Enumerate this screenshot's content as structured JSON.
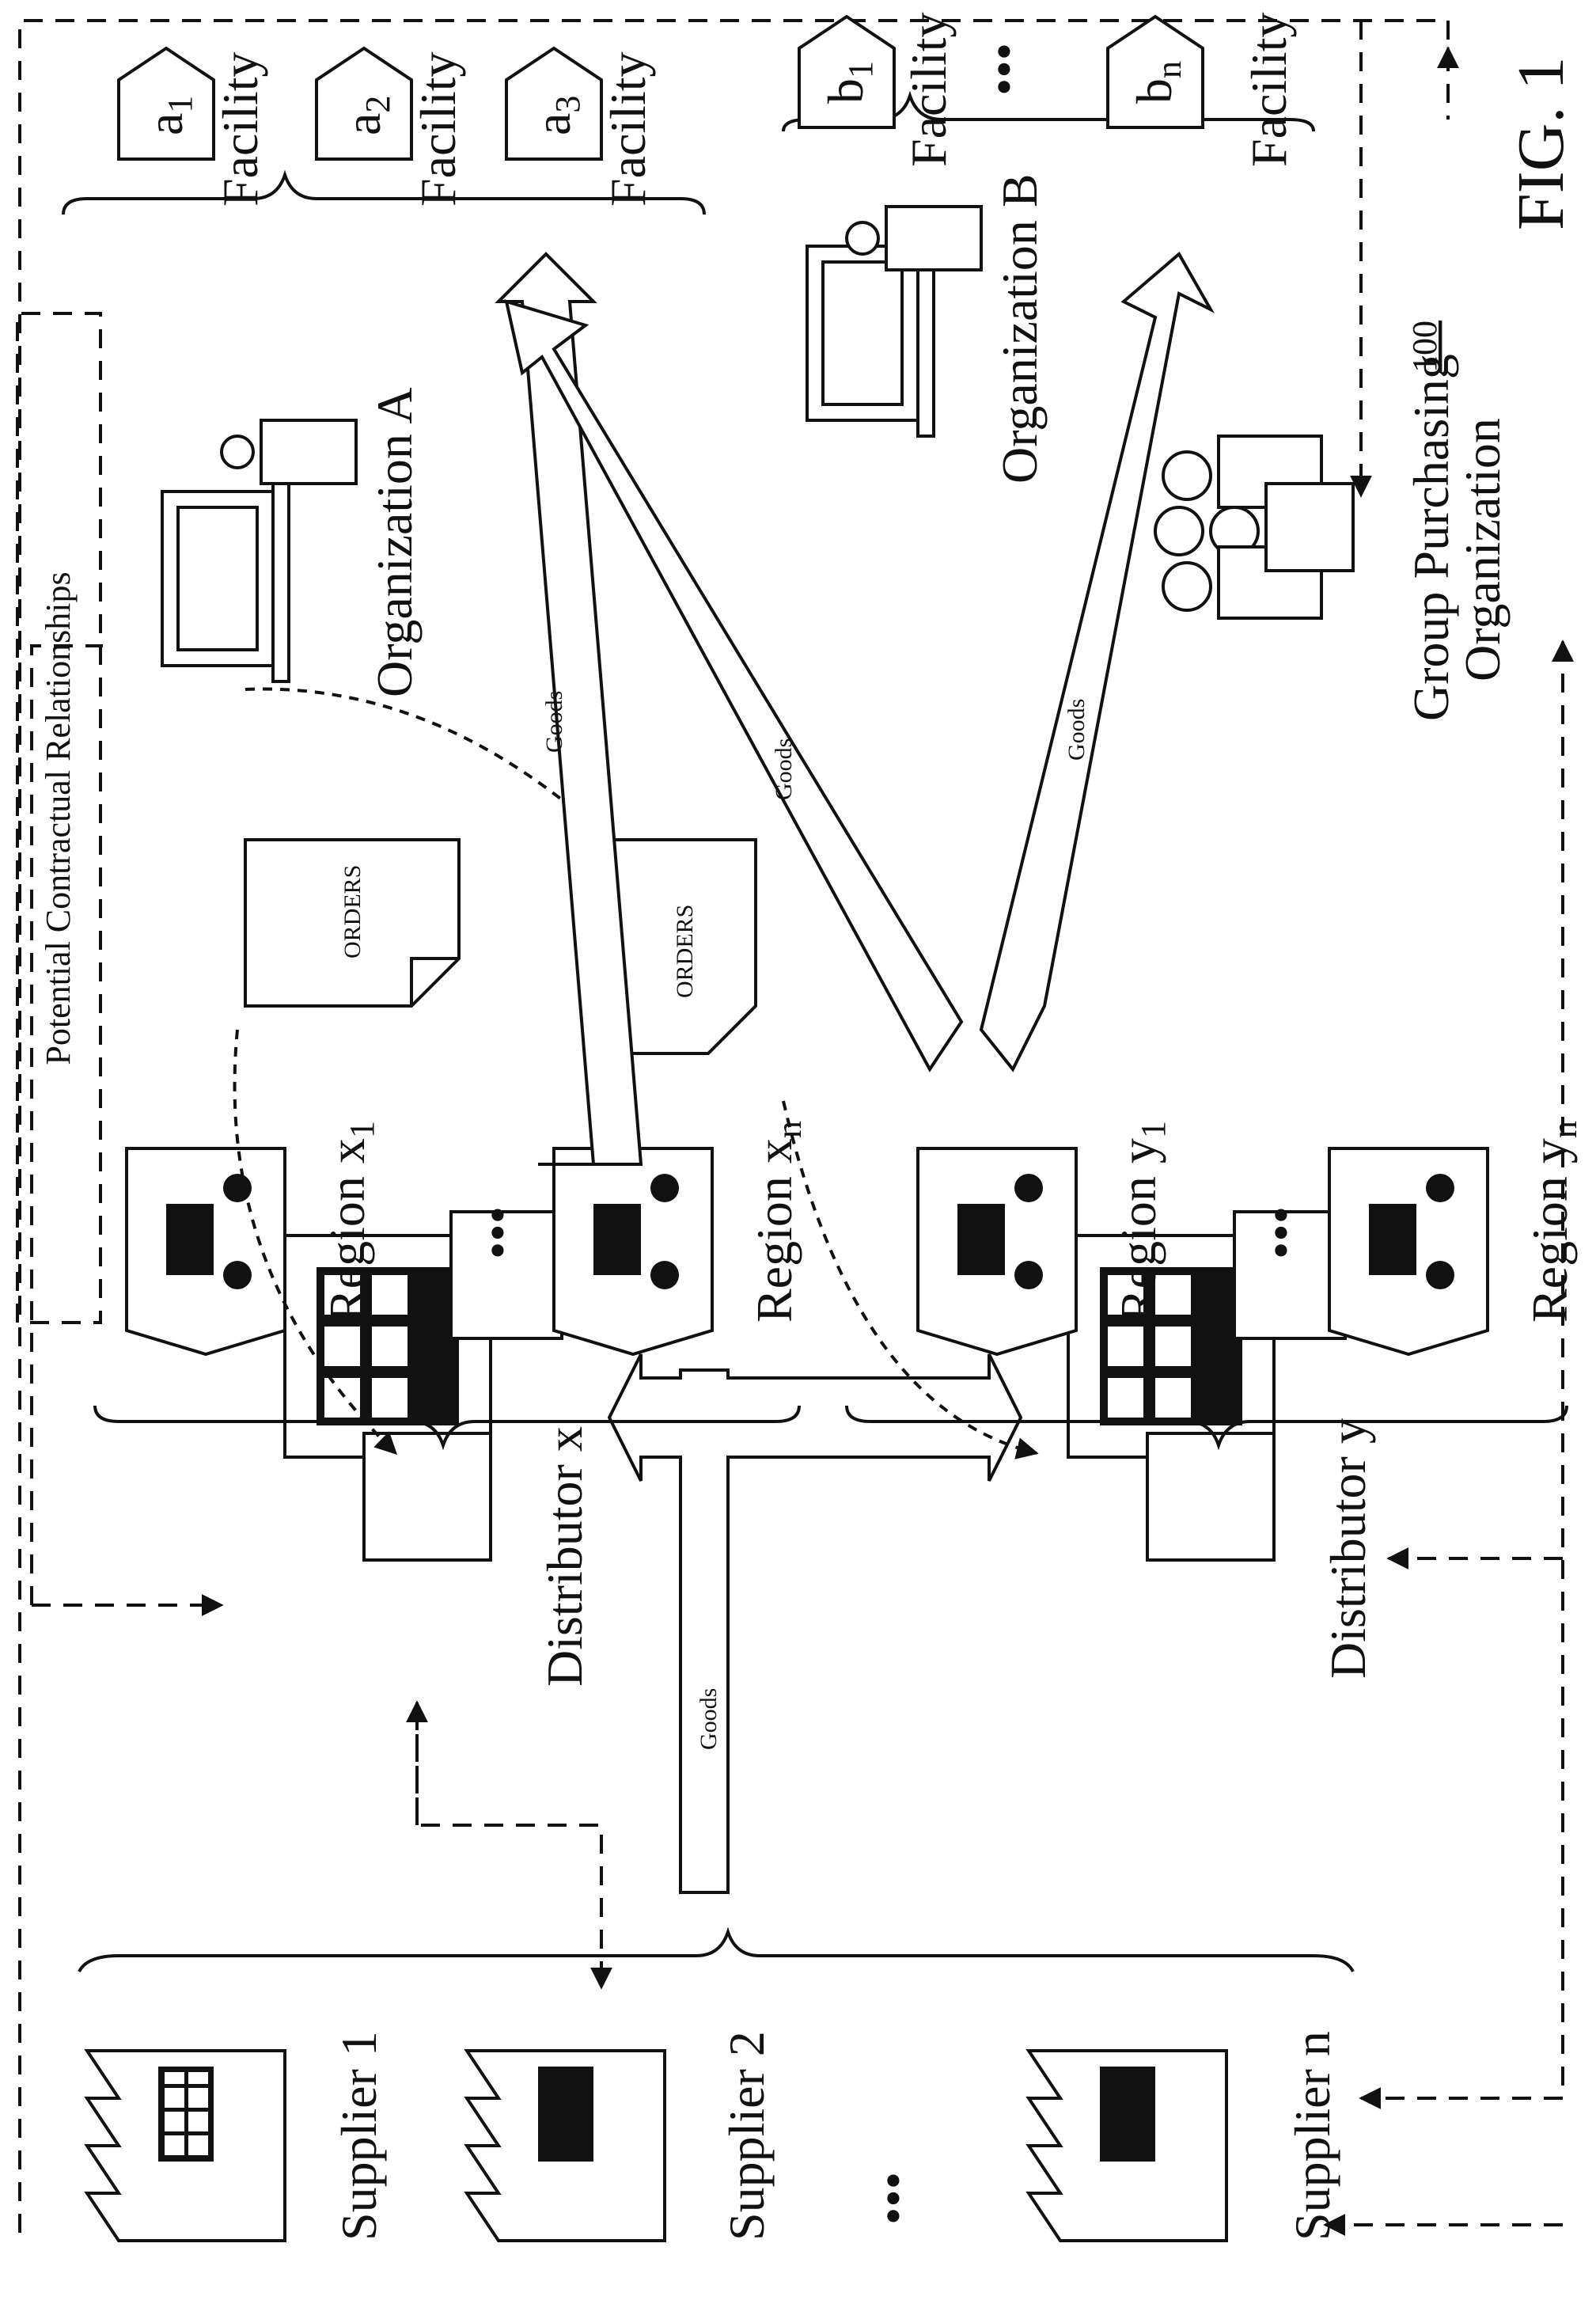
{
  "figure": {
    "title": "FIG. 1",
    "reference_number": "100"
  },
  "legend": {
    "relationships_label": "Potential Contractual Relationships"
  },
  "organizations": {
    "a": {
      "label": "Organization A",
      "facilities": [
        {
          "id": "a",
          "sub": "1",
          "label": "Facility"
        },
        {
          "id": "a",
          "sub": "2",
          "label": "Facility"
        },
        {
          "id": "a",
          "sub": "3",
          "label": "Facility"
        }
      ]
    },
    "b": {
      "label": "Organization B",
      "facilities": [
        {
          "id": "b",
          "sub": "1",
          "label": "Facility"
        },
        {
          "id": "b",
          "sub": "n",
          "label": "Facility"
        }
      ]
    },
    "gpo": {
      "label_line1": "Group Purchasing",
      "label_line2": "Organization"
    }
  },
  "regions": {
    "x1": {
      "name": "Region x",
      "sub": "1"
    },
    "xn": {
      "name": "Region x",
      "sub": "n"
    },
    "y1": {
      "name": "Region y",
      "sub": "1"
    },
    "yn": {
      "name": "Region y",
      "sub": "n"
    }
  },
  "orders": {
    "first": "ORDERS",
    "second": "ORDERS"
  },
  "goods": {
    "to_a3_vertical": "Goods",
    "to_a3_diagonal": "Goods",
    "to_b": "Goods",
    "from_suppliers": "Goods"
  },
  "distributors": {
    "x": "Distributor x",
    "y": "Distributor y"
  },
  "suppliers": [
    {
      "label": "Supplier 1"
    },
    {
      "label": "Supplier 2"
    },
    {
      "label": "Supplier n"
    }
  ],
  "ellipsis": "•••"
}
